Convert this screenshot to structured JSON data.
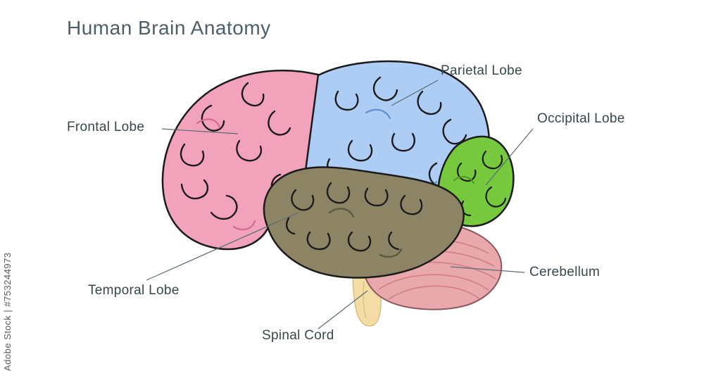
{
  "title": "Human Brain Anatomy",
  "watermark": "Adobe Stock | #753244973",
  "labels": {
    "frontal": "Frontal Lobe",
    "parietal": "Parietal Lobe",
    "occipital": "Occipital Lobe",
    "temporal": "Temporal Lobe",
    "cerebellum": "Cerebellum",
    "spinal": "Spinal Cord"
  },
  "colors": {
    "frontal": "#f2a3bb",
    "frontal_sulci": "#d76e92",
    "parietal": "#aecdf5",
    "parietal_sulci": "#5e93d6",
    "occipital": "#76c93d",
    "occipital_sulci": "#4f9a28",
    "temporal": "#8d8465",
    "temporal_sulci": "#5f5944",
    "cerebellum": "#e9a8ab",
    "cerebellum_lines": "#cf8289",
    "spinal_cord": "#f3dda4",
    "outline": "#1b1b1b",
    "label_text": "#37474f",
    "leader_line": "#5a6a72",
    "title_text": "#4d5e6a"
  }
}
